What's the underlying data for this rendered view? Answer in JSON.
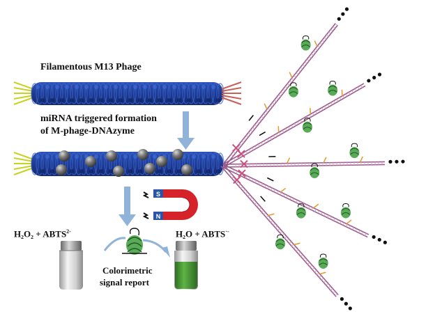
{
  "labels": {
    "phage_title": "Filamentous M13 Phage",
    "trigger_line1": "miRNA triggered formation",
    "trigger_line2": "of M-phage-DNAzyme",
    "left_reaction_base": "H₂O₂ + ABTS",
    "left_reaction_sup": "2-",
    "right_reaction_base": "H₂O + ABTS",
    "right_reaction_sup": "·-",
    "report_line1": "Colorimetric",
    "report_line2": "signal report",
    "magnet_pole_s": "S",
    "magnet_pole_n": "N"
  },
  "colors": {
    "phage_body": "#1f3f9a",
    "phage_highlight": "#3b63c9",
    "tail_left": "#c9d21f",
    "tail_right": "#c8605a",
    "bead": "#6e6e6e",
    "arrow": "#8fb3d9",
    "dna_strand": "#9a5a8a",
    "dna_rung": "#d9a0c8",
    "dnazyme": "#3d9b3d",
    "green_solution": "#4a9c35",
    "magnet_red": "#d6232a",
    "magnet_blue": "#2a54a6"
  },
  "icons": [
    "magnet-icon",
    "dnazyme-icon",
    "vial-icon",
    "cycle-arrow-icon",
    "magnetic-bead-icon"
  ]
}
